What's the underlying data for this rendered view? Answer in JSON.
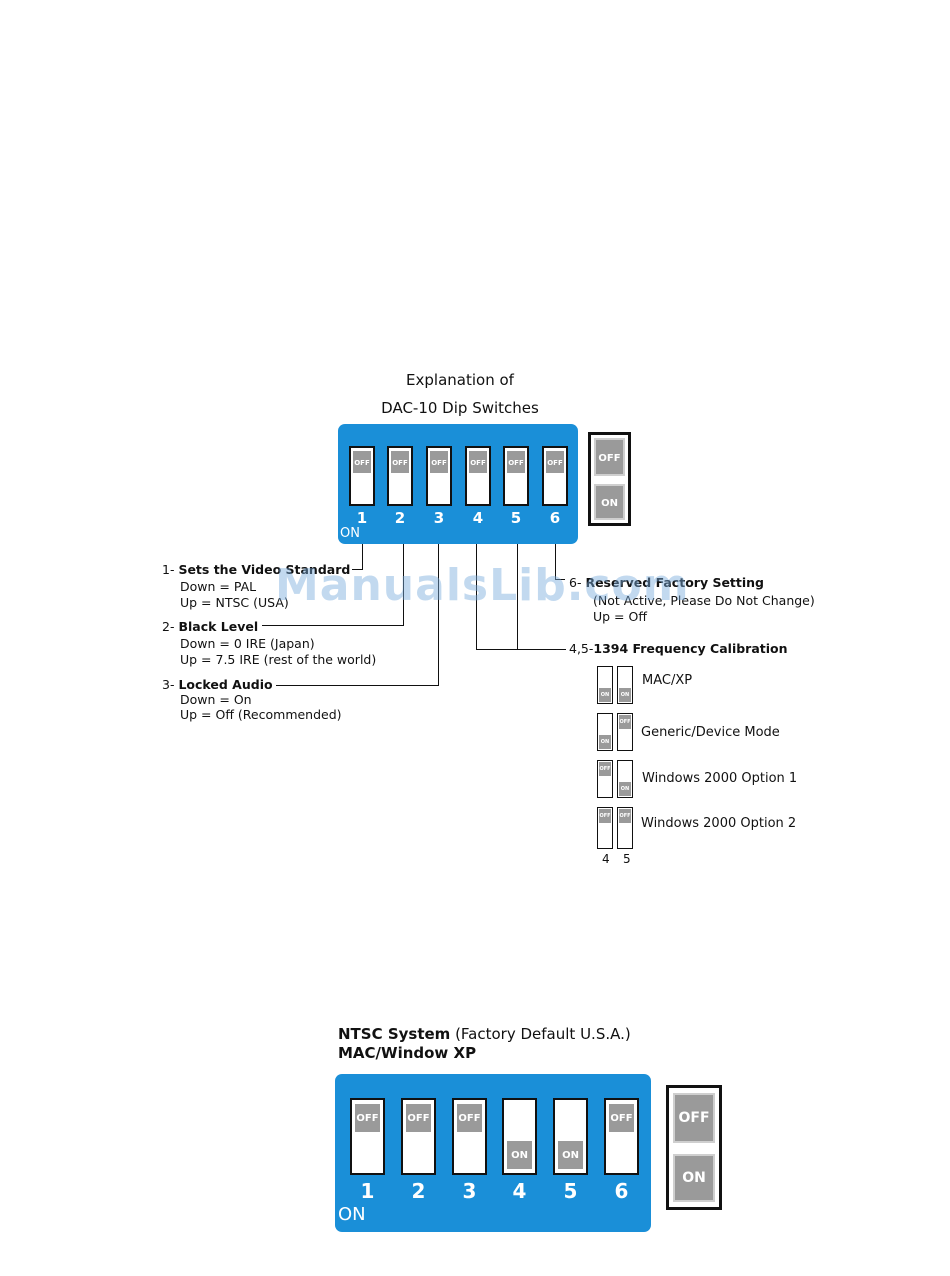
{
  "top": {
    "title_line1": "Explanation of",
    "title_line2": "DAC-10 Dip Switches",
    "on_label": "ON",
    "switches": [
      {
        "num": "1",
        "knob": "OFF"
      },
      {
        "num": "2",
        "knob": "OFF"
      },
      {
        "num": "3",
        "knob": "OFF"
      },
      {
        "num": "4",
        "knob": "OFF"
      },
      {
        "num": "5",
        "knob": "OFF"
      },
      {
        "num": "6",
        "knob": "OFF"
      }
    ],
    "legend": {
      "off": "OFF",
      "on": "ON"
    }
  },
  "items": {
    "item1": {
      "prefix": "1-",
      "title": "Sets the Video Standard",
      "l1": "Down = PAL",
      "l2": "Up = NTSC (USA)"
    },
    "item2": {
      "prefix": "2-",
      "title": "Black Level",
      "l1": "Down = 0 IRE  (Japan)",
      "l2": "Up = 7.5 IRE (rest of the world)"
    },
    "item3": {
      "prefix": "3-",
      "title": "Locked Audio",
      "l1": "Down = On",
      "l2": "Up = Off  (Recommended)"
    },
    "item6": {
      "prefix": "6-",
      "title": "Reserved Factory Setting",
      "l1": "(Not Active, Please Do Not Change)",
      "l2": "Up = Off"
    },
    "item45": {
      "prefix": "4,5-",
      "title": "1394 Frequency Calibration"
    }
  },
  "modes": [
    {
      "label": "MAC/XP",
      "s4": "ON",
      "s5": "ON"
    },
    {
      "label": "Generic/Device Mode",
      "s4": "ON",
      "s5": "OFF"
    },
    {
      "label": "Windows 2000 Option 1",
      "s4": "OFF",
      "s5": "ON"
    },
    {
      "label": "Windows 2000 Option 2",
      "s4": "OFF",
      "s5": "OFF"
    }
  ],
  "modes_cols": {
    "c4": "4",
    "c5": "5"
  },
  "bottom": {
    "title_bold": "NTSC System",
    "title_rest": " (Factory Default U.S.A.)",
    "subtitle": "MAC/Window XP",
    "on_label": "ON",
    "switches": [
      {
        "num": "1",
        "knob": "OFF"
      },
      {
        "num": "2",
        "knob": "OFF"
      },
      {
        "num": "3",
        "knob": "OFF"
      },
      {
        "num": "4",
        "knob": "ON"
      },
      {
        "num": "5",
        "knob": "ON"
      },
      {
        "num": "6",
        "knob": "OFF"
      }
    ],
    "legend": {
      "off": "OFF",
      "on": "ON"
    }
  },
  "watermark": "ManualsLib.com"
}
